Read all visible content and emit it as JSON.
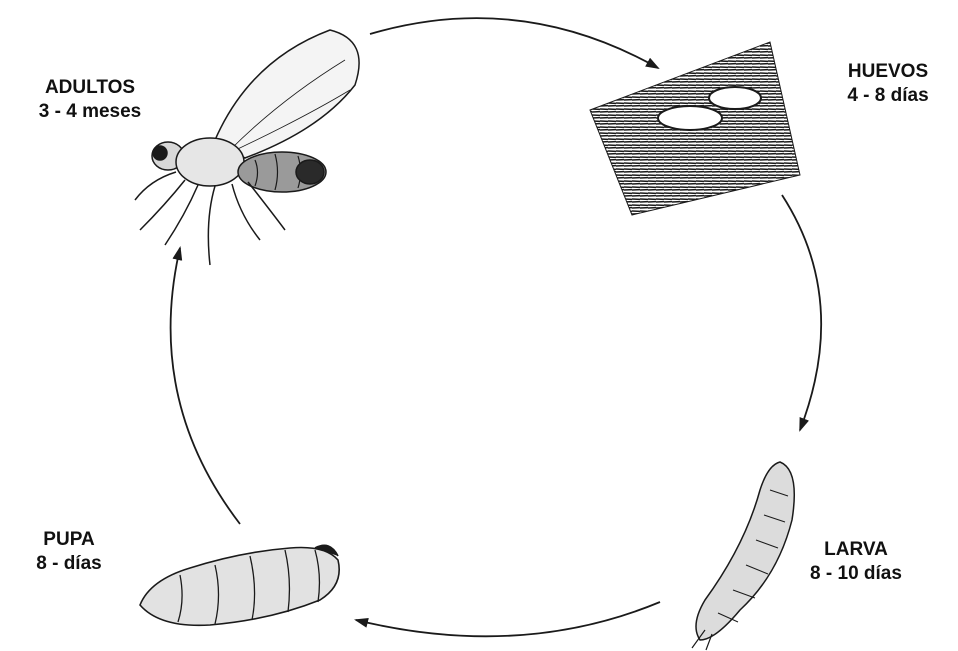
{
  "stages": {
    "adultos": {
      "name": "ADULTOS",
      "duration": "3 - 4 meses"
    },
    "huevos": {
      "name": "HUEVOS",
      "duration": "4 - 8 días"
    },
    "larva": {
      "name": "LARVA",
      "duration": "8 - 10 días"
    },
    "pupa": {
      "name": "PUPA",
      "duration": "8 - días"
    }
  },
  "colors": {
    "ink": "#1a1a1a",
    "background": "#ffffff"
  },
  "icons": [
    "fly-adult-icon",
    "eggs-on-wood-icon",
    "larva-icon",
    "pupa-icon"
  ]
}
